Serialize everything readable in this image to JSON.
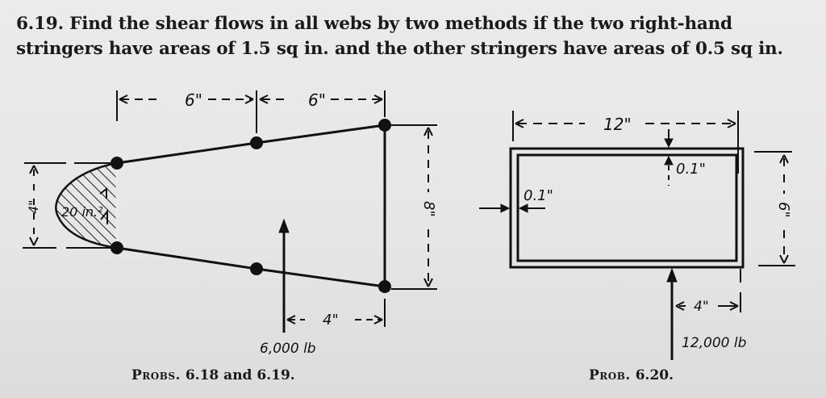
{
  "problem": {
    "number": "6.19.",
    "text": "Find the shear flows in all webs by two methods if the two right-hand stringers have areas of 1.5 sq in. and the other stringers have areas of 0.5 sq in."
  },
  "figure_left": {
    "dim_top_left": "6\"",
    "dim_top_right": "6\"",
    "dim_left_height": "4\"",
    "area_label": "20 in.²",
    "dim_right_height": "8\"",
    "dim_load_offset": "4\"",
    "load_label": "6,000 lb",
    "caption_prefix": "Probs.",
    "caption_rest": "6.18 and 6.19."
  },
  "figure_right": {
    "dim_width": "12\"",
    "dim_top_thickness": "0.1\"",
    "dim_left_thickness": "0.1\"",
    "dim_height": "6\"",
    "dim_load_offset": "4\"",
    "load_label": "12,000 lb",
    "caption_prefix": "Prob.",
    "caption_rest": "6.20."
  }
}
